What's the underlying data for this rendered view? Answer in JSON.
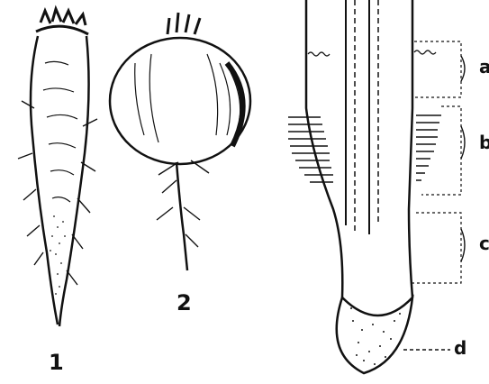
{
  "figure_numbers": [
    "1",
    "2"
  ],
  "part_labels": [
    "a",
    "b",
    "c",
    "d"
  ],
  "colors": {
    "ink": "#111111",
    "paper": "#ffffff"
  }
}
